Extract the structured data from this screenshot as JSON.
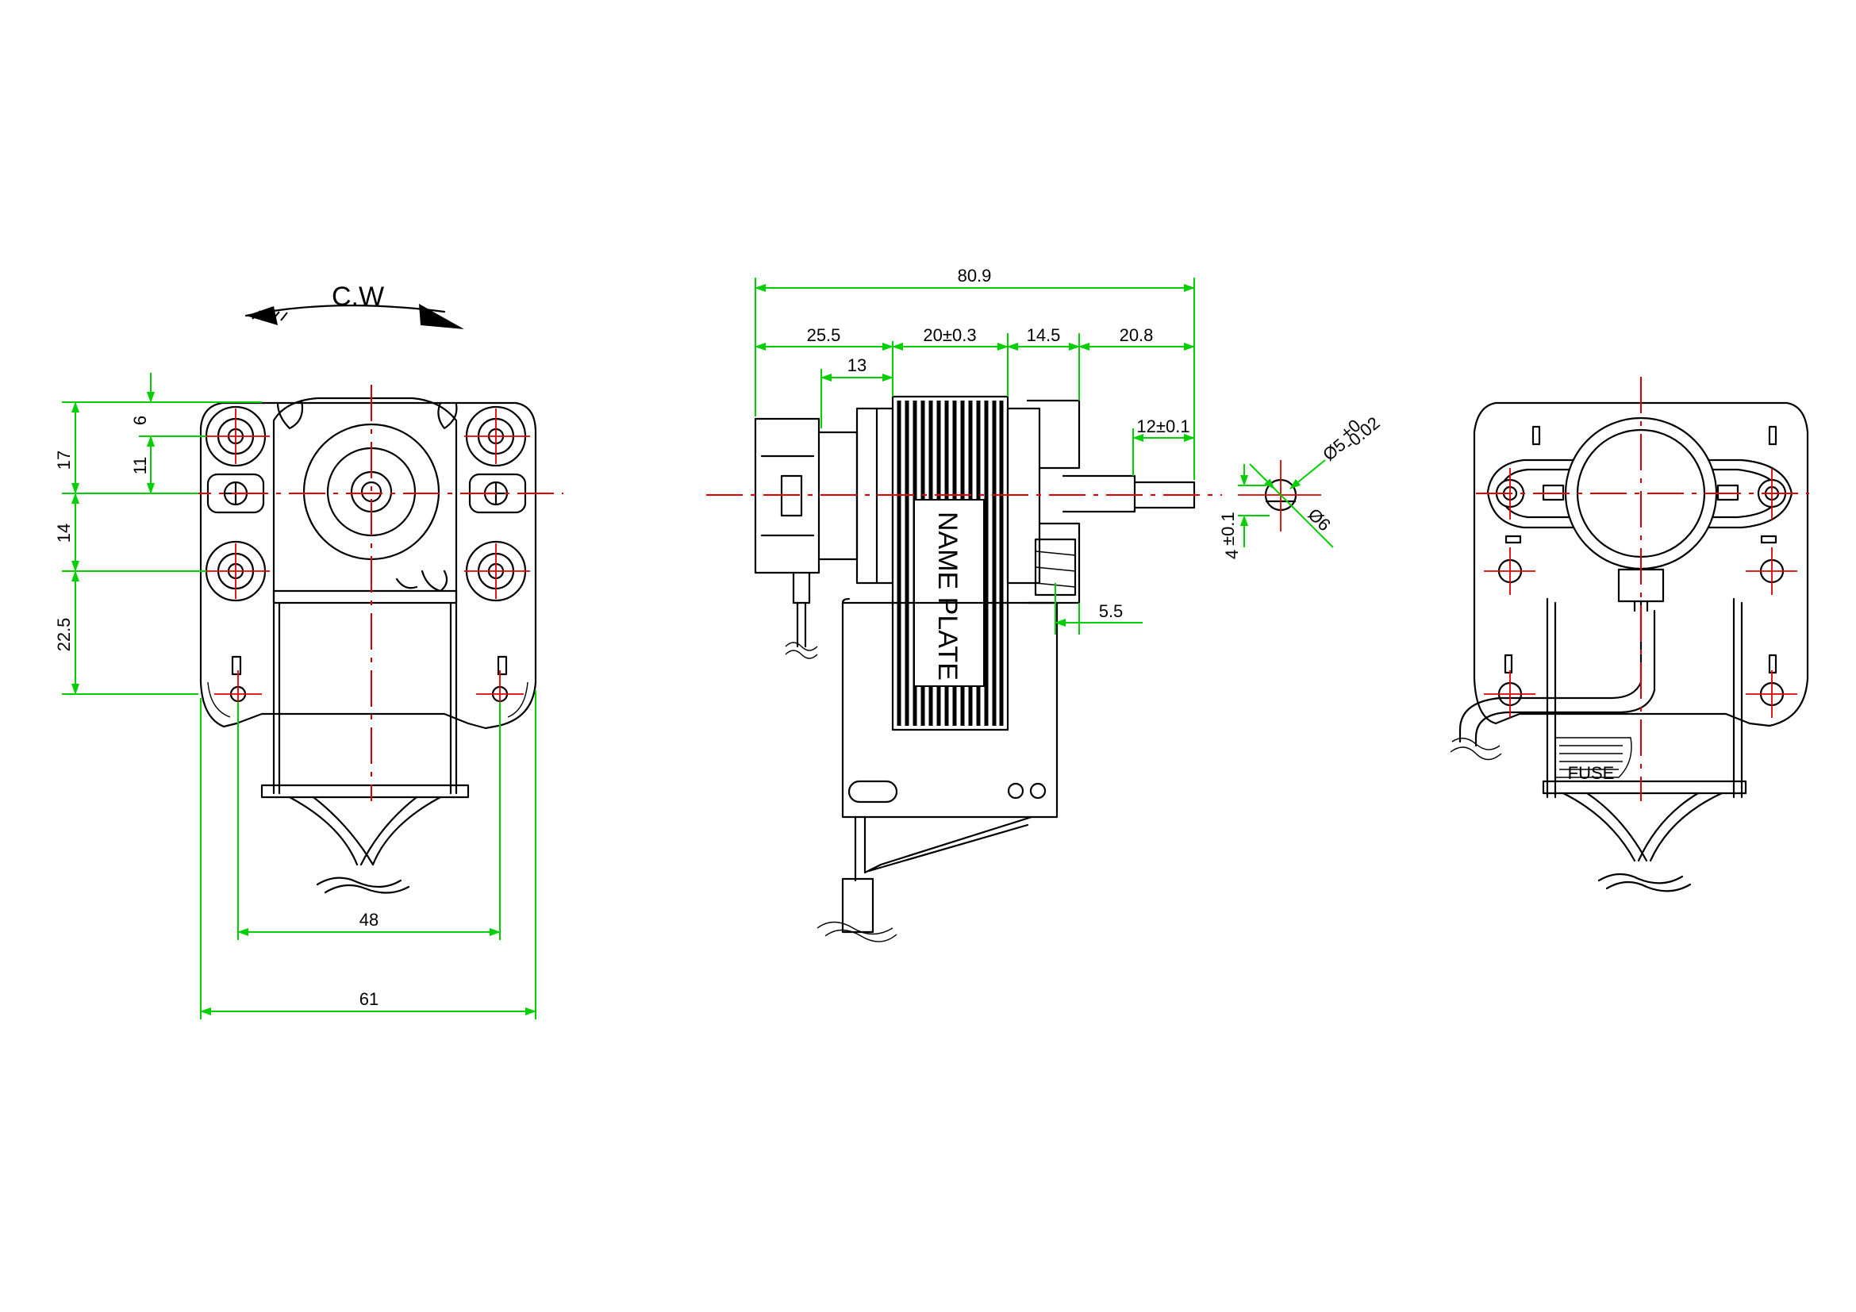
{
  "rotation": {
    "label": "C.W"
  },
  "name_plate": {
    "label": "NAME PLATE"
  },
  "fuse": {
    "label": "FUSE"
  },
  "dimensions": {
    "front": {
      "d6": "6",
      "d17": "17",
      "d11": "11",
      "d14": "14",
      "d22_5": "22.5",
      "d48": "48",
      "d61": "61"
    },
    "side": {
      "overall": "80.9",
      "d25_5": "25.5",
      "d13": "13",
      "stack": "20±0.3",
      "d14_5": "14.5",
      "d20_8": "20.8",
      "shaft_len": "12±0.1",
      "d5_5": "5.5"
    },
    "shaft": {
      "diameter": "Ø5",
      "tol_upper": "+0",
      "tol_lower": "-0.02",
      "flat_base": "4",
      "flat_tol": "±0.1",
      "outer": "Ø6"
    }
  },
  "colors": {
    "outline": "#000000",
    "centerline": "#e00000",
    "dimension": "#00d000"
  }
}
